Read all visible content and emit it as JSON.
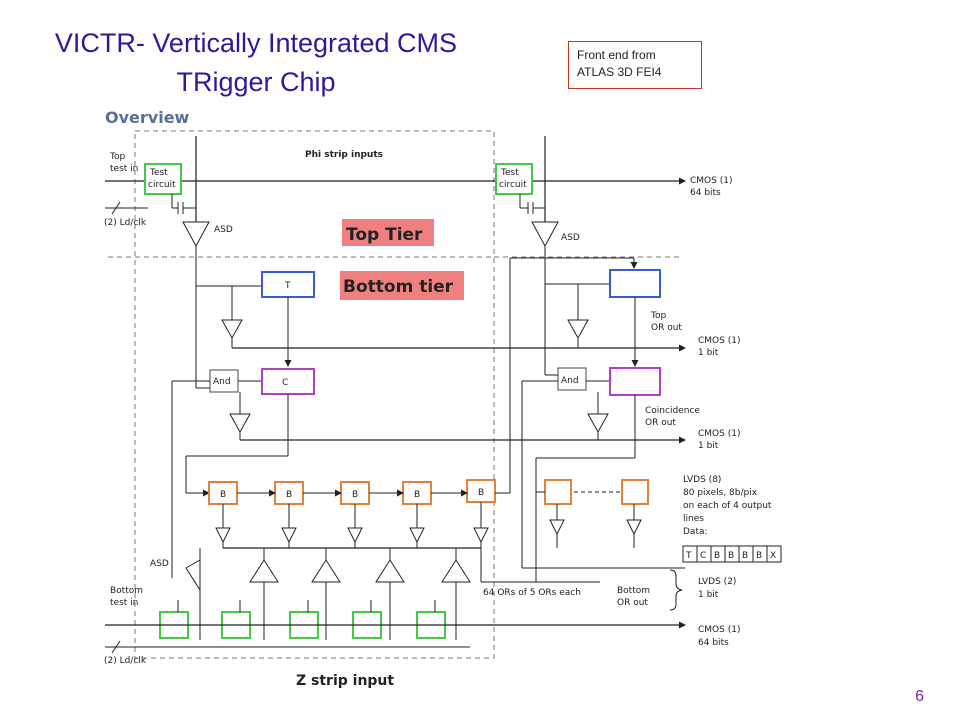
{
  "slide": {
    "title_line1": "VICTR- Vertically Integrated CMS",
    "title_line2": "TRigger Chip",
    "callout_line1": "Front end from",
    "callout_line2": "ATLAS 3D FEI4",
    "page_number": "6"
  },
  "diagram": {
    "overview": "Overview",
    "phi_strip_inputs": "Phi strip inputs",
    "top_tier": "Top Tier",
    "bottom_tier": "Bottom tier",
    "z_strip_input": "Z strip input",
    "top_test_in_1": "Top",
    "top_test_in_2": "test in",
    "test_circuit_1": "Test",
    "test_circuit_2": "circuit",
    "ld_clk_top": "(2) Ld/clk",
    "ld_clk_bottom": "(2) Ld/clk",
    "asd": "ASD",
    "t_block": "T",
    "c_block": "C",
    "and_block": "And",
    "b_block": "B",
    "cmos_64_1": "CMOS (1)",
    "cmos_64_2": "64 bits",
    "top_or_out_1": "Top",
    "top_or_out_2": "OR out",
    "cmos_1bit_a1": "CMOS (1)",
    "cmos_1bit_a2": "1 bit",
    "coincidence_1": "Coincidence",
    "coincidence_2": "OR out",
    "cmos_1bit_b1": "CMOS (1)",
    "cmos_1bit_b2": "1 bit",
    "lvds8_1": "LVDS (8)",
    "lvds8_2": "80 pixels, 8b/pix",
    "lvds8_3": "on each of 4 output",
    "lvds8_4": "lines",
    "lvds8_5": "Data:",
    "data_cells": [
      "T",
      "C",
      "B",
      "B",
      "B",
      "B",
      "X"
    ],
    "ors_text": "64 ORs of 5 ORs each",
    "bottom_or_1": "Bottom",
    "bottom_or_2": "OR out",
    "lvds2_1": "LVDS (2)",
    "lvds2_2": "1 bit",
    "bottom_test_in_1": "Bottom",
    "bottom_test_in_2": "test in",
    "cmos_64b_1": "CMOS (1)",
    "cmos_64b_2": "64 bits"
  },
  "colors": {
    "title": "#2b1aa0",
    "test_circuit": "#46c946",
    "t_block": "#3a5bd9",
    "c_block": "#b33fc9",
    "b_block": "#e0823a",
    "tier_label_bg": "#f08080",
    "callout_border": "#c0392b"
  }
}
